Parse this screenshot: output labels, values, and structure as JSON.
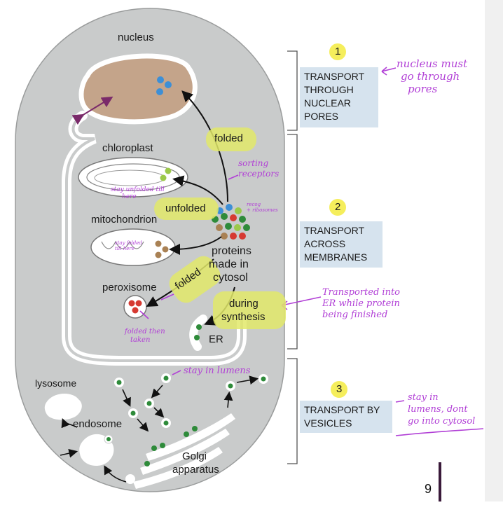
{
  "regions": {
    "nucleus": "nucleus",
    "chloroplast": "chloroplast",
    "mitochondrion": "mitochondrion",
    "peroxisome": "peroxisome",
    "er": "ER",
    "lysosome": "lysosome",
    "endosome": "endosome",
    "golgi_line1": "Golgi",
    "golgi_line2": "apparatus",
    "proteins_line1": "proteins",
    "proteins_line2": "made in",
    "proteins_line3": "cytosol"
  },
  "highlights": {
    "folded_top": "folded",
    "unfolded": "unfolded",
    "folded_peroxisome": "folded",
    "during_line1": "during",
    "during_line2": "synthesis"
  },
  "steps": [
    {
      "number": "1",
      "lines": [
        "TRANSPORT",
        "THROUGH",
        "NUCLEAR",
        "PORES"
      ]
    },
    {
      "number": "2",
      "lines": [
        "TRANSPORT",
        "ACROSS",
        "MEMBRANES"
      ]
    },
    {
      "number": "3",
      "lines": [
        "TRANSPORT BY",
        "VESICLES"
      ]
    }
  ],
  "handwritten": {
    "nucleus_note": [
      "nucleus must",
      "go through",
      "pores"
    ],
    "sorting_note": [
      "sorting",
      "receptors"
    ],
    "small_note": [
      "recog",
      "+ ribosomes"
    ],
    "chloroplast_note": [
      "stay unfolded till",
      "here"
    ],
    "mito_note": [
      "stay folded",
      "till here"
    ],
    "peroxisome_note": [
      "folded then",
      "taken"
    ],
    "er_note": [
      "Transported into",
      "ER while protein",
      "being finished"
    ],
    "lumen_note": "stay in lumens",
    "vesicle_note": [
      "stay in",
      "lumens, dont",
      "go into cytosol"
    ]
  },
  "page_number": "9",
  "colors": {
    "cell": "#c9cbcb",
    "nucleus_fill": "#c4a48a",
    "highlight": "#e2e96a",
    "box": "#d6e3ee",
    "handwriting": "#b13fd6",
    "dot_blue": "#3d8fd6",
    "dot_green": "#2e8b3a",
    "dot_lightgreen": "#9cc94a",
    "dot_red": "#d63a32",
    "dot_brown": "#a98154"
  }
}
